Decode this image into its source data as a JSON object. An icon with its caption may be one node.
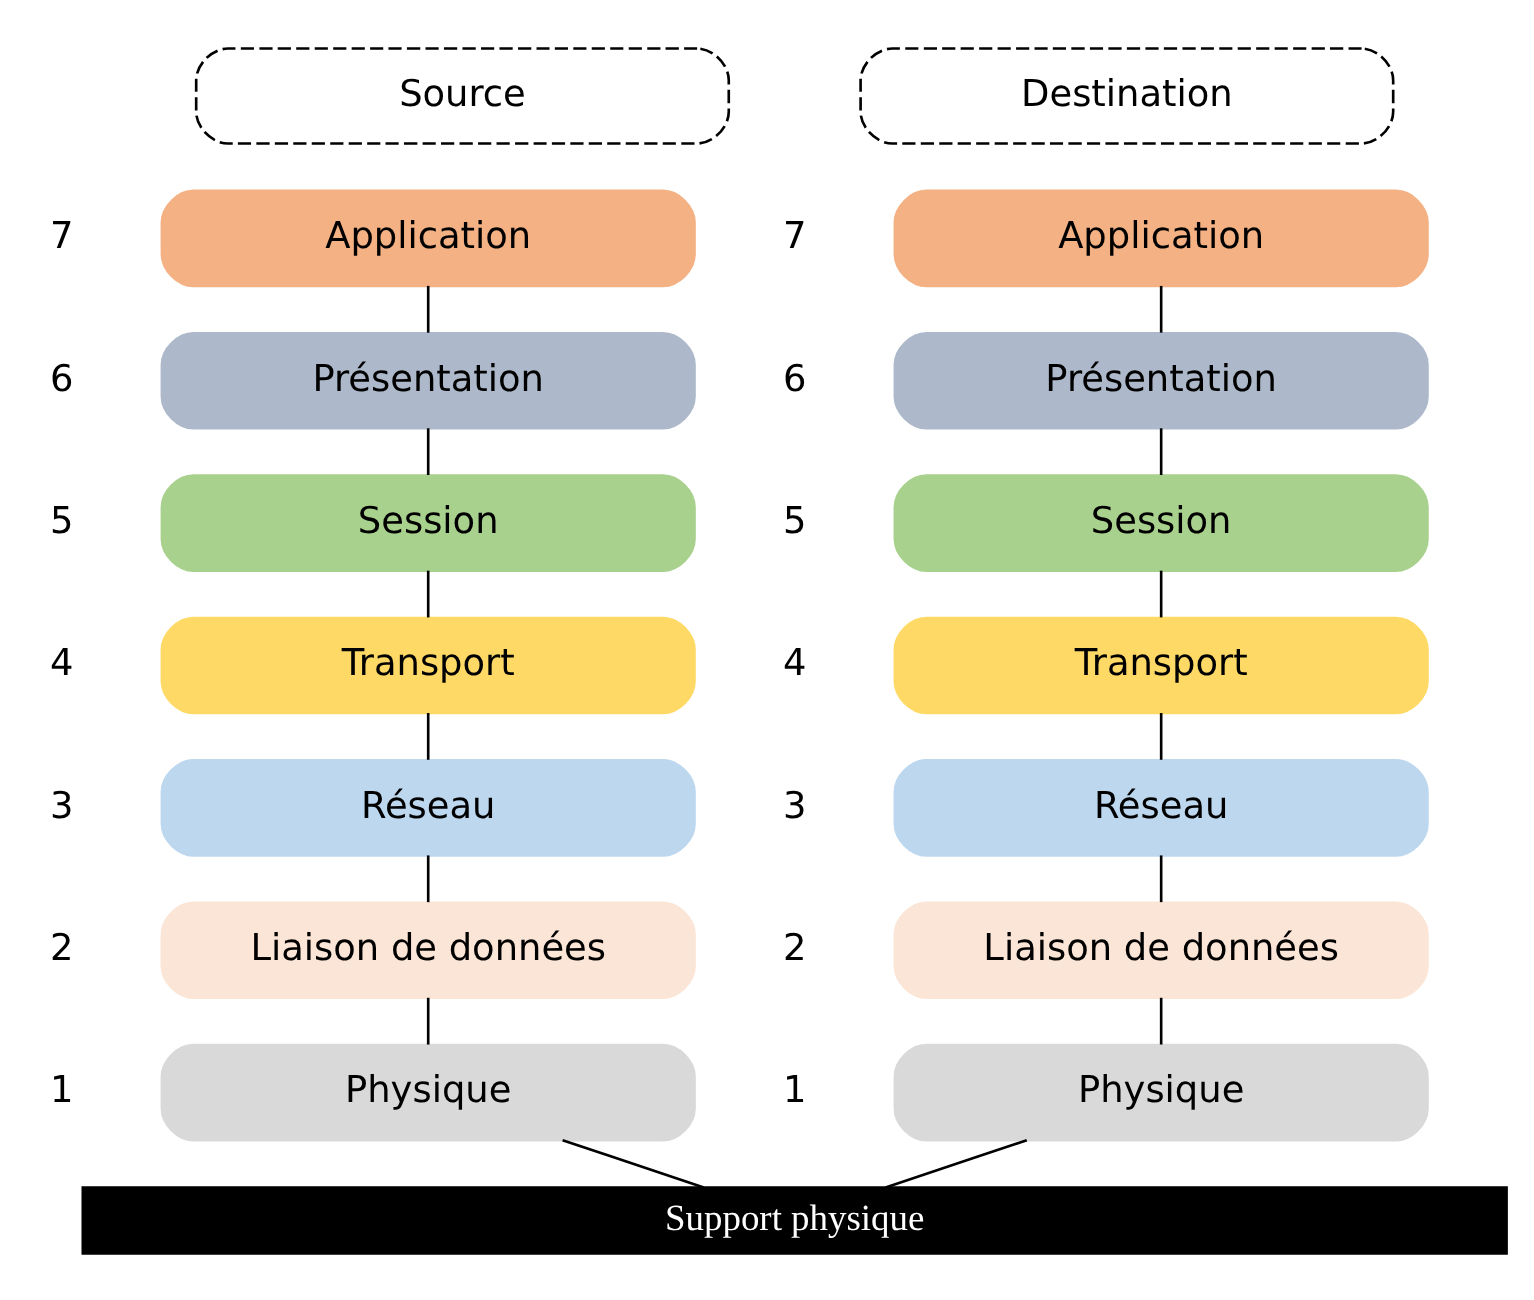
{
  "diagram": {
    "nodes": [
      {
        "text": [
          "Source"
        ]
      },
      {
        "text": [
          "Application"
        ],
        "beside": [
          "7"
        ]
      },
      {
        "text": [
          "Présentation"
        ],
        "beside": [
          "6"
        ]
      },
      {
        "text": [
          "Session"
        ],
        "beside": [
          "5"
        ]
      },
      {
        "text": [
          "Transport"
        ],
        "beside": [
          "4"
        ]
      },
      {
        "text": [
          "Réseau"
        ],
        "beside": [
          "3"
        ]
      },
      {
        "text": [
          "Liaison de données"
        ],
        "beside": [
          "2"
        ]
      },
      {
        "text": [
          "Physique"
        ],
        "beside": [
          "1"
        ]
      },
      {
        "text": [
          "Destination"
        ]
      },
      {
        "text": [
          "Application"
        ],
        "beside": [
          "7"
        ]
      },
      {
        "text": [
          "Présentation"
        ],
        "beside": [
          "6"
        ]
      },
      {
        "text": [
          "Session"
        ],
        "beside": [
          "5"
        ]
      },
      {
        "text": [
          "Transport"
        ],
        "beside": [
          "4"
        ]
      },
      {
        "text": [
          "Réseau"
        ],
        "beside": [
          "3"
        ]
      },
      {
        "text": [
          "Liaison de données"
        ],
        "beside": [
          "2"
        ]
      },
      {
        "text": [
          "Physique"
        ],
        "beside": [
          "1"
        ]
      },
      {
        "text": [
          "Support physique"
        ]
      }
    ],
    "edges": [
      {
        "from": 1,
        "to": 2,
        "arrow": "none"
      },
      {
        "from": 2,
        "to": 3,
        "arrow": "none"
      },
      {
        "from": 3,
        "to": 4,
        "arrow": "none"
      },
      {
        "from": 4,
        "to": 5,
        "arrow": "none"
      },
      {
        "from": 5,
        "to": 6,
        "arrow": "none"
      },
      {
        "from": 6,
        "to": 7,
        "arrow": "none"
      },
      {
        "from": 7,
        "to": 16,
        "arrow": "none"
      },
      {
        "from": 9,
        "to": 10,
        "arrow": "none"
      },
      {
        "from": 10,
        "to": 11,
        "arrow": "none"
      },
      {
        "from": 11,
        "to": 12,
        "arrow": "none"
      },
      {
        "from": 12,
        "to": 13,
        "arrow": "none"
      },
      {
        "from": 13,
        "to": 14,
        "arrow": "none"
      },
      {
        "from": 14,
        "to": 15,
        "arrow": "none"
      },
      {
        "from": 15,
        "to": 16,
        "arrow": "none"
      }
    ]
  }
}
